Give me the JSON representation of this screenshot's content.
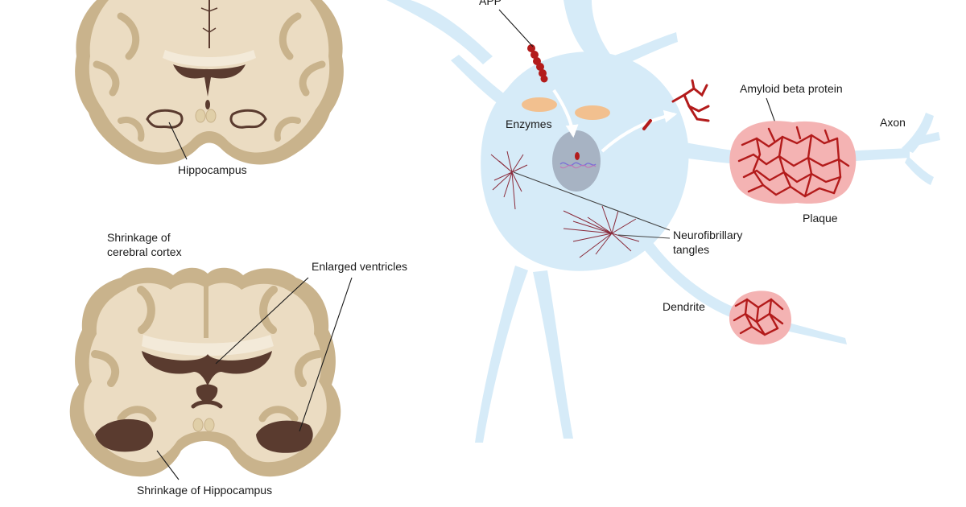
{
  "labels": {
    "app": "APP",
    "enzymes": "Enzymes",
    "amyloid": "Amyloid beta protein",
    "axon": "Axon",
    "plaque": "Plaque",
    "tangles_line1": "Neurofibrillary",
    "tangles_line2": "tangles",
    "dendrite": "Dendrite",
    "hippocampus": "Hippocampus",
    "shrink_cortex_line1": "Shrinkage of",
    "shrink_cortex_line2": "cerebral cortex",
    "enlarged_ventricles": "Enlarged ventricles",
    "shrink_hippocampus": "Shrinkage of Hippocampus"
  },
  "colors": {
    "brain_outer": "#c9b38c",
    "brain_inner": "#ebdcc2",
    "white_matter": "#f3ead9",
    "ventricle": "#5a3b2f",
    "neuron": "#d6ebf8",
    "nucleus": "#a7b3c3",
    "enzyme": "#f2c08f",
    "amyloid_red": "#b31b1b",
    "plaque_pink": "#f4b3b3",
    "arrow_white": "#ffffff"
  }
}
